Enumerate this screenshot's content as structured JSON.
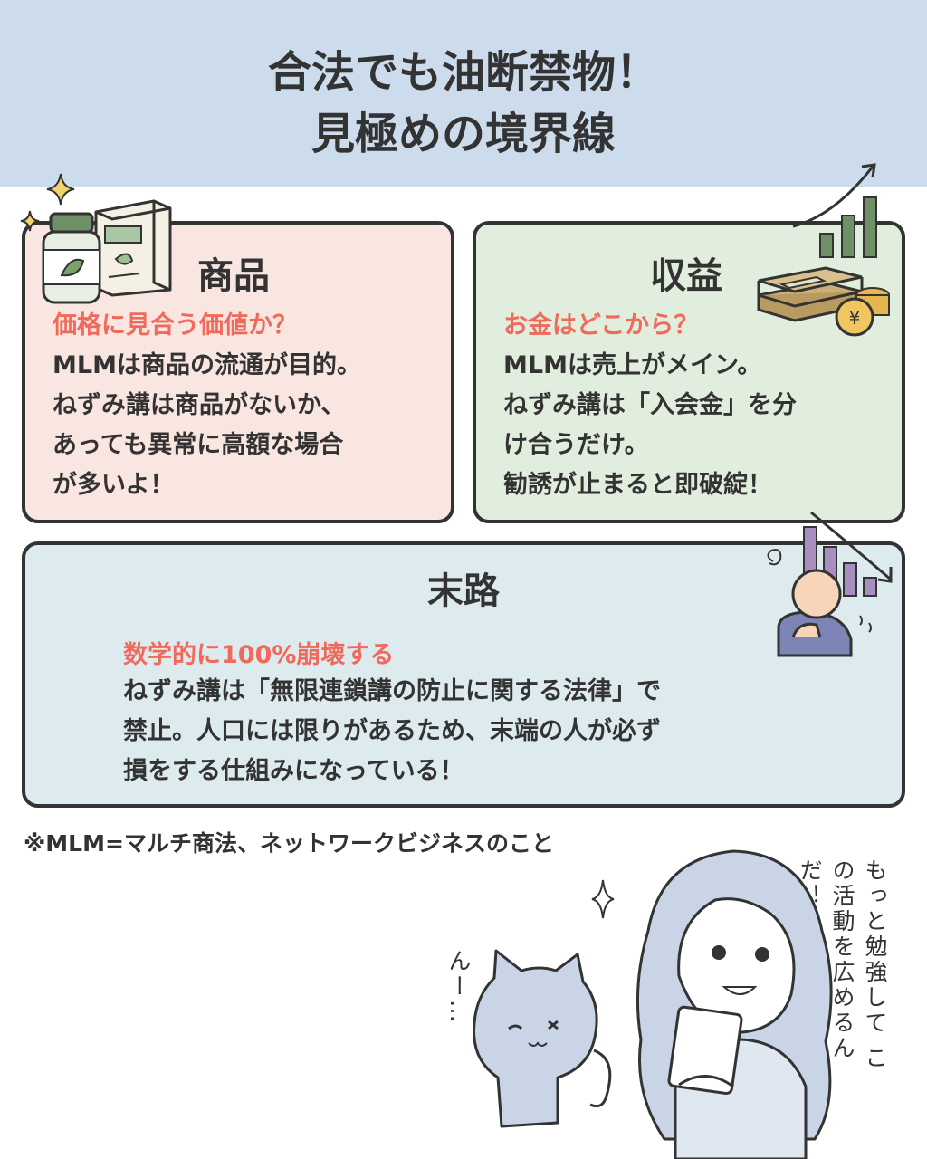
{
  "header": {
    "title_line1": "合法でも油断禁物！",
    "title_line2": "見極めの境界線"
  },
  "cards": {
    "products": {
      "heading": "商品",
      "question": "価格に見合う価値か？",
      "lines": [
        "MLMは商品の流通が目的。",
        "ねずみ講は商品がないか、",
        "あっても異常に高額な場合",
        "が多いよ！"
      ]
    },
    "revenue": {
      "heading": "収益",
      "question": "お金はどこから？",
      "lines": [
        "MLMは売上がメイン。",
        "ねずみ講は「入会金」を分",
        "け合うだけ。",
        "勧誘が止まると即破綻！"
      ]
    },
    "end": {
      "heading": "末路",
      "question": "数学的に100%崩壊する",
      "lines": [
        "ねずみ講は「無限連鎖講の防止に関する法律」で",
        "禁止。人口には限りがあるため、末端の人が必ず",
        "損をする仕組みになっている！"
      ]
    }
  },
  "footnote": "※MLM=マルチ商法、ネットワークビジネスのこと",
  "illustration": {
    "cat_speech": "んー…",
    "girl_speech": "もっと勉強して この活動を広めるんだ！"
  },
  "colors": {
    "header_bg": "#cddcec",
    "products_bg": "#fae6e1",
    "revenue_bg": "#e2eedd",
    "end_bg": "#ddebef",
    "accent_text": "#f06a5c",
    "outline": "#333333"
  },
  "icons": [
    "supplement-bottle-icon",
    "supplement-box-icon",
    "sparkle-icon",
    "rising-chart-icon",
    "money-stack-icon",
    "yen-coin-icon",
    "falling-chart-icon",
    "worried-person-icon",
    "dizzy-icon",
    "cat-illustration",
    "girl-illustration"
  ]
}
